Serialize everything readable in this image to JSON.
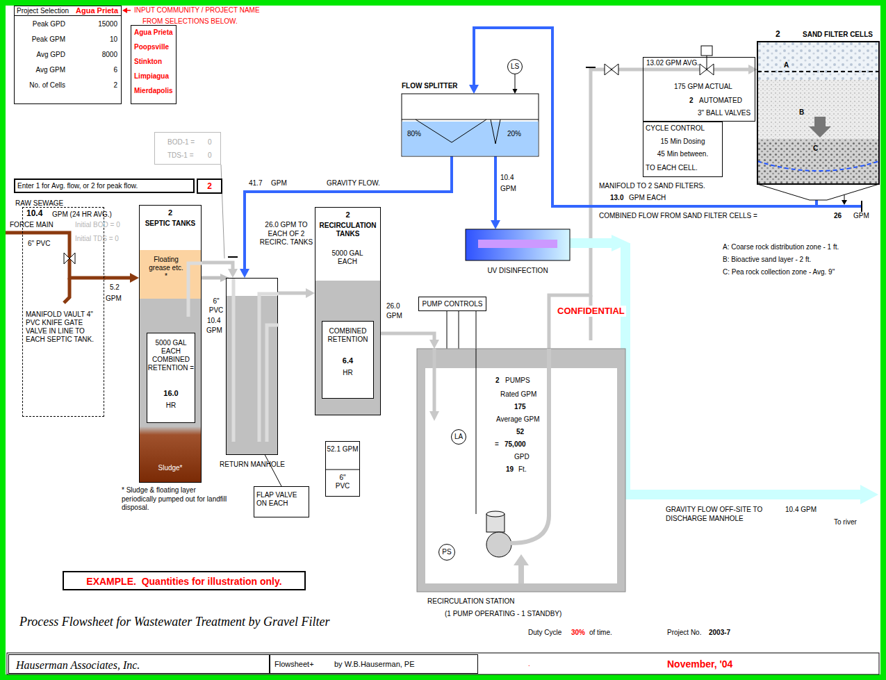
{
  "diagram": {
    "caption": "Process Flowsheet for Wastewater Treatment by Gravel Filter",
    "nodes": [
      {
        "text": [
          "Project Selection",
          "Agua Prieta"
        ]
      },
      {
        "text": [
          "Peak GPD",
          "15000",
          "Peak GPM",
          "10",
          "Avg GPD",
          "8000",
          "Avg GPM",
          "6",
          "No. of Cells",
          "2"
        ]
      },
      {
        "text": [
          "Agua Prieta",
          "Poopsville",
          "Stinkton",
          "Limpiagua",
          "Mierdapolis"
        ]
      },
      {
        "text": [
          "BOD-1 =",
          "0",
          "TDS-1 =",
          "0"
        ]
      },
      {
        "text": [
          "Enter 1 for Avg. flow, or 2 for peak flow."
        ]
      },
      {
        "text": [
          "2"
        ]
      },
      {
        "text": [
          "MANIFOLD VAULT 4\" PVC KNIFE GATE VALVE IN LINE TO EACH SEPTIC TANK."
        ]
      },
      {
        "text": [
          "2",
          "SEPTIC TANKS",
          "Floating grease etc. *",
          "Sludge*"
        ]
      },
      {
        "text": [
          "5000 GAL EACH COMBINED RETENTION =",
          "16.0",
          "HR"
        ],
        "in": 7
      },
      {
        "text": [
          "RETURN MANHOLE"
        ]
      },
      {
        "text": [
          "FLAP VALVE ON EACH"
        ]
      },
      {
        "text": [
          "2",
          "RECIRCULATION TANKS",
          "5000 GAL EACH"
        ]
      },
      {
        "text": [
          "COMBINED RETENTION",
          "6.4",
          "HR"
        ],
        "in": 11
      },
      {
        "text": [
          "52.1 GPM",
          "6\" PVC"
        ]
      },
      {
        "text": [
          "PUMP CONTROLS"
        ]
      },
      {
        "text": [
          "2",
          "PUMPS",
          "Rated GPM",
          "175",
          "Average GPM",
          "52",
          "=",
          "75,000",
          "GPD",
          "19",
          "Ft.",
          "RECIRCULATION STATION"
        ]
      },
      {
        "text": [
          "LA"
        ],
        "in": 15
      },
      {
        "text": [
          "PS"
        ],
        "in": 15
      },
      {
        "text": [
          "LS"
        ]
      },
      {
        "text": [
          "FLOW SPLITTER",
          "80%",
          "20%"
        ]
      },
      {
        "text": [
          "UV DISINFECTION"
        ]
      },
      {
        "text": [
          "13.02 GPM AVG.",
          "175 GPM ACTUAL",
          "2",
          "AUTOMATED",
          "3\" BALL VALVES"
        ]
      },
      {
        "text": [
          "CYCLE CONTROL",
          "15 Min Dosing",
          "45 Min between.",
          "TO EACH CELL."
        ]
      },
      {
        "text": [
          "2",
          "SAND FILTER CELLS",
          "A",
          "B",
          "C"
        ]
      },
      {
        "text": [
          "EXAMPLE.  Quantities for illustration only."
        ]
      },
      {
        "text": [
          "Hauserman Associates, Inc."
        ]
      },
      {
        "text": [
          "Flowsheet+",
          "by W.B.Hauserman, PE"
        ]
      }
    ],
    "edges": [
      {
        "from": 6,
        "to": 7,
        "arrow": "to"
      },
      {
        "from": 7,
        "to": 9,
        "arrow": "to"
      },
      {
        "from": 9,
        "to": 11,
        "arrow": "to"
      },
      {
        "from": 11,
        "to": 15,
        "arrow": "to"
      },
      {
        "from": 15,
        "to": 23,
        "arrow": "to"
      },
      {
        "from": 23,
        "to": 19,
        "arrow": "to"
      },
      {
        "from": 19,
        "to": 9,
        "arrow": "to"
      },
      {
        "from": 19,
        "to": 20,
        "arrow": "to"
      },
      {
        "from": 18,
        "to": 19,
        "arrow": "to"
      },
      {
        "from": 14,
        "to": 16,
        "arrow": "none"
      },
      {
        "from": 14,
        "to": 17,
        "arrow": "none"
      },
      {
        "from": 10,
        "to": 9,
        "arrow": "none"
      }
    ],
    "labels": [
      "INPUT COMMUNITY / PROJECT NAME",
      "FROM SELECTIONS BELOW.",
      "RAW SEWAGE",
      "10.4",
      "GPM (24 HR AVG.)",
      "FORCE MAIN",
      "Initial BOD = 0",
      "Initial TDS = 0",
      "6\" PVC",
      "5.2",
      "GPM",
      "6\" PVC",
      "10.4",
      "GPM",
      "* Sludge & floating layer periodically pumped out for landfill disposal.",
      "41.7",
      "GPM",
      "GRAVITY FLOW.",
      "26.0 GPM TO EACH OF 2 RECIRC. TANKS",
      "26.0",
      "GPM",
      "10.4",
      "GPM",
      "MANIFOLD TO 2 SAND FILTERS.",
      "13.0",
      "GPM EACH",
      "COMBINED FLOW FROM SAND FILTER CELLS =",
      "26",
      "GPM",
      "A: Coarse rock distribution zone - 1 ft.",
      "B: Bioactive sand layer - 2 ft.",
      "C: Pea rock collection zone - Avg. 9\"",
      "CONFIDENTIAL",
      "GRAVITY FLOW OFF-SITE TO DISCHARGE MANHOLE",
      "10.4 GPM",
      "To river",
      "(1 PUMP OPERATING - 1 STANDBY)",
      "Duty Cycle",
      "30%",
      "of time.",
      "Project No.",
      "2003-7",
      ".",
      "November, '04"
    ]
  }
}
